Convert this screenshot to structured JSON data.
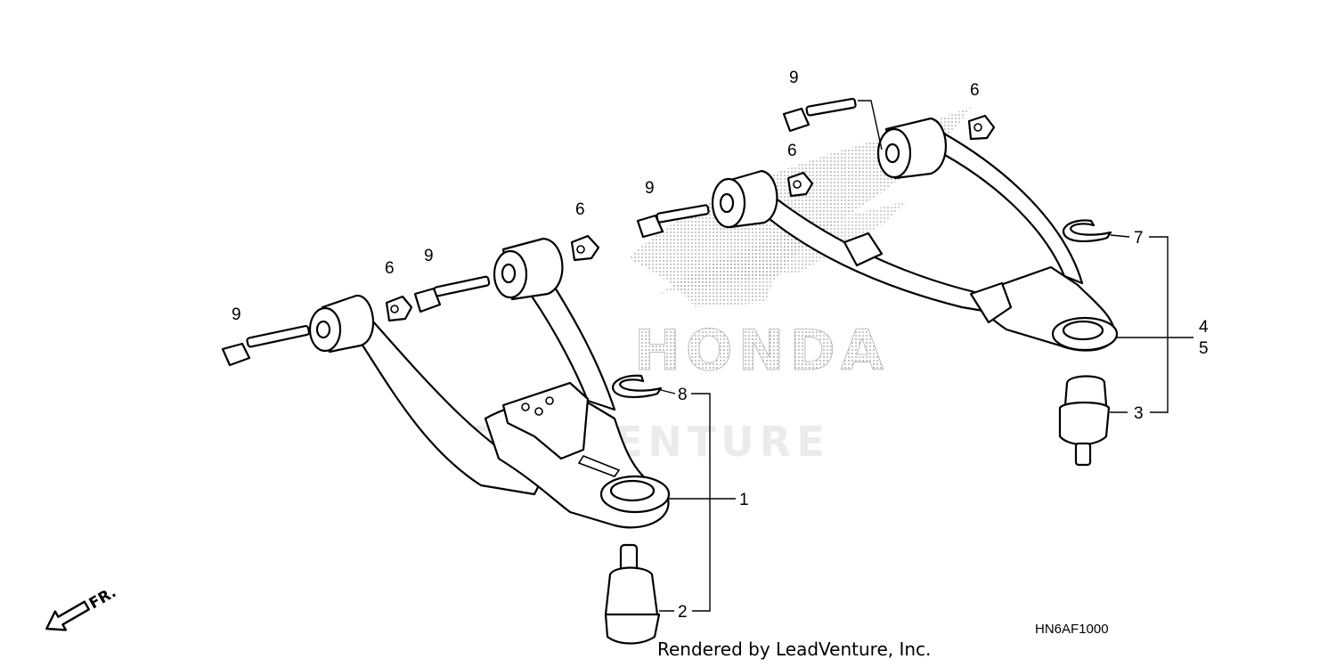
{
  "diagram": {
    "callouts": [
      {
        "id": "c9a",
        "label": "9"
      },
      {
        "id": "c6a",
        "label": "6"
      },
      {
        "id": "c9b",
        "label": "9"
      },
      {
        "id": "c6b",
        "label": "6"
      },
      {
        "id": "c8",
        "label": "8"
      },
      {
        "id": "c1",
        "label": "1"
      },
      {
        "id": "c2",
        "label": "2"
      },
      {
        "id": "c9c",
        "label": "9"
      },
      {
        "id": "c6c",
        "label": "6"
      },
      {
        "id": "c9d",
        "label": "9"
      },
      {
        "id": "c6d",
        "label": "6"
      },
      {
        "id": "c7",
        "label": "7"
      },
      {
        "id": "c4",
        "label": "4"
      },
      {
        "id": "c5",
        "label": "5"
      },
      {
        "id": "c3",
        "label": "3"
      }
    ],
    "front_marker": "FR.",
    "watermark_brand": "HONDA",
    "watermark_dealer": "LEADVENTURE",
    "diagram_code": "HN6AF1000",
    "credit": "Rendered by LeadVenture, Inc."
  }
}
